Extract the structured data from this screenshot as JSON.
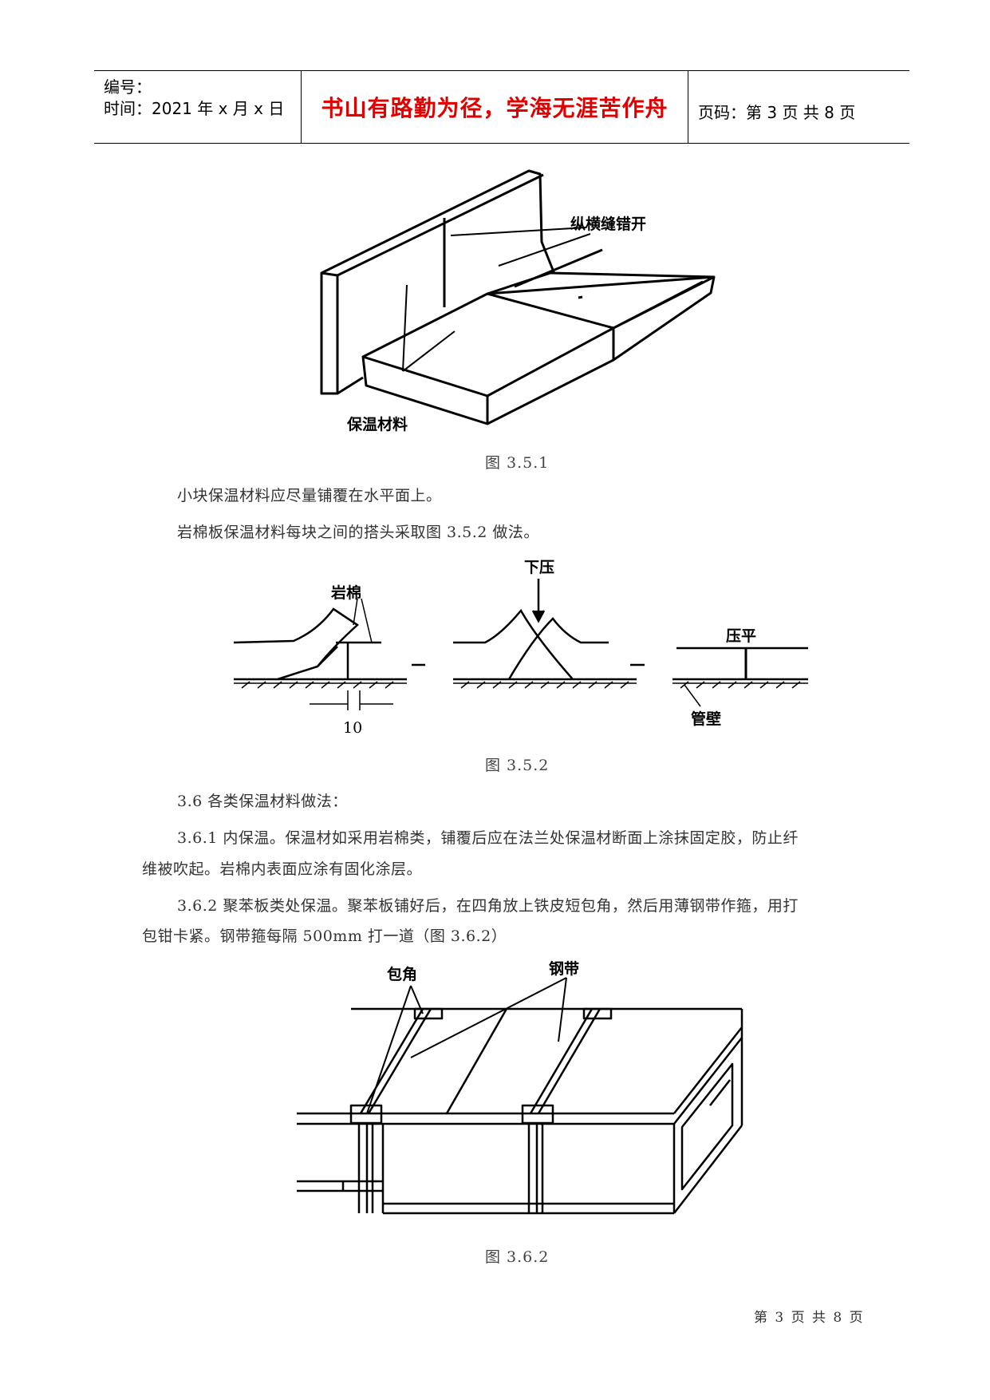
{
  "header": {
    "number_label": "编号：",
    "time_label": "时间：2021 年 x 月 x 日",
    "motto": "书山有路勤为径，学海无涯苦作舟",
    "page_info": "页码：第 3 页 共 8 页"
  },
  "figure1": {
    "label_joints": "纵横缝错开",
    "label_material": "保温材料",
    "caption": "图 3.5.1"
  },
  "paragraphs": {
    "p1": "小块保温材料应尽量铺覆在水平面上。",
    "p2": "岩棉板保温材料每块之间的搭头采取图 3.5.2 做法。"
  },
  "figure2": {
    "label_rockwool": "岩棉",
    "label_press_down": "下压",
    "label_flatten": "压平",
    "label_pipe_wall": "管壁",
    "dimension": "10",
    "caption": "图 3.5.2"
  },
  "section": {
    "s36": "3.6 各类保温材料做法：",
    "s361_line1": "3.6.1 内保温。保温材如采用岩棉类，铺覆后应在法兰处保温材断面上涂抹固定胶，防止纤",
    "s361_line2": "维被吹起。岩棉内表面应涂有固化涂层。",
    "s362_line1": "3.6.2 聚苯板类处保温。聚苯板铺好后，在四角放上铁皮短包角，然后用薄钢带作箍，用打",
    "s362_line2": "包钳卡紧。钢带箍每隔 500mm 打一道（图 3.6.2）"
  },
  "figure3": {
    "label_corner": "包角",
    "label_steel_band": "钢带",
    "caption": "图 3.6.2"
  },
  "footer": {
    "page_text": "第 3 页 共 8 页"
  }
}
